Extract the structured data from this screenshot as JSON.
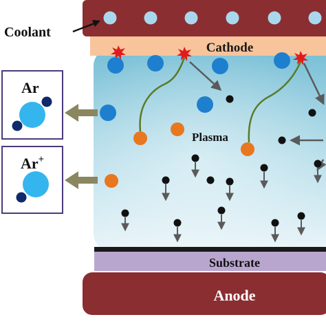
{
  "labels": {
    "coolant": "Coolant",
    "cathode": "Cathode",
    "plasma": "Plasma",
    "substrate": "Substrate",
    "anode": "Anode",
    "ar": "Ar",
    "ar_ion": "Ar",
    "ar_ion_charge": "+"
  },
  "colors": {
    "electrode": "#8b2e31",
    "coolant_channel": "#a9d8ee",
    "cathode": "#f7c49b",
    "substrate": "#b9a6cf",
    "substrate_edge": "#1a1a1a",
    "plasma_top": "#7fc2d8",
    "plasma_bottom": "#e8f4f8",
    "ar_atom": "#1f7fcf",
    "ar_ion": "#e8771f",
    "electron": "#111111",
    "secondary_path": "#5a7a25",
    "arrow": "#5a5a5a",
    "exchange_arrow": "#8a8660",
    "sputter": "#e01b1b",
    "inset_border": "#4b3a7a",
    "inset_big": "#35b5ee",
    "inset_small": "#0f2a6a"
  },
  "icons": {
    "sputter": "starburst-icon",
    "electron": "electron-icon",
    "arrow": "arrow-icon"
  }
}
